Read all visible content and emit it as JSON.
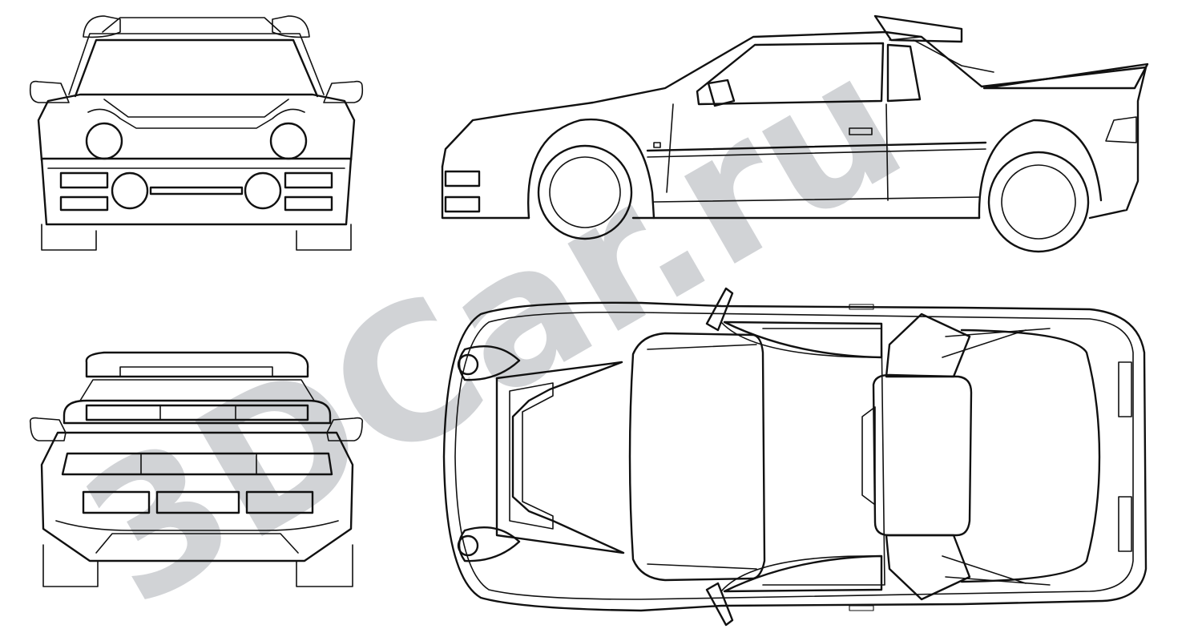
{
  "watermark": {
    "text": "3DCar.ru",
    "color": "#c9ccd0"
  },
  "views": [
    {
      "id": "front",
      "icon": "car-front-view-icon"
    },
    {
      "id": "side",
      "icon": "car-side-view-icon"
    },
    {
      "id": "rear",
      "icon": "car-rear-view-icon"
    },
    {
      "id": "top",
      "icon": "car-top-view-icon"
    }
  ],
  "colors": {
    "line": "#111111",
    "background": "#ffffff"
  }
}
